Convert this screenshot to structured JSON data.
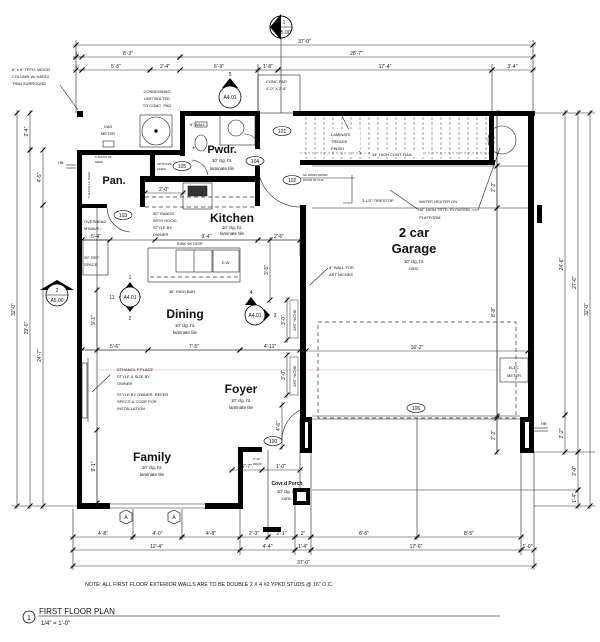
{
  "title": {
    "number": "1",
    "label": "FIRST FLOOR PLAN",
    "scale": "1/4\" = 1'-0\""
  },
  "note": "NOTE: ALL FIRST FLOOR EXTERIOR WALLS ARE TO BE DOUBLE 2 X 4 #2 YPKD STUDS @ 16\" O.C.",
  "rooms": {
    "pwdr": {
      "name": "Pwdr.",
      "ceiling": "10' clg. ht.",
      "floor": "laminate tile"
    },
    "pantry": {
      "name": "Pan."
    },
    "kitchen": {
      "name": "Kitchen",
      "ceiling": "10' clg. ht.",
      "floor": "laminate tile"
    },
    "dining": {
      "name": "Dining",
      "ceiling": "10' clg. ht.",
      "floor": "laminate tile"
    },
    "foyer": {
      "name": "Foyer",
      "ceiling": "10' clg. ht.",
      "floor": "laminate tile"
    },
    "family": {
      "name": "Family",
      "ceiling": "10' clg. ht.",
      "floor": "laminate tile"
    },
    "garage": {
      "line1": "2 car",
      "line2": "Garage",
      "ceiling": "10' clg. ht.",
      "floor": "conc."
    },
    "porch": {
      "name": "Covr.d Porch",
      "ceiling": "10' clg. ht.",
      "floor": "conc."
    }
  },
  "notes": {
    "column": [
      "6\" x 6\" TRTD. WOOD",
      "COLUMN W/ HARDI",
      "TRIM SURROUND"
    ],
    "condensing": [
      "CONDENSING",
      "UNIT BOLTED",
      "TO CONC. PAD"
    ],
    "conc_pad": [
      "CONC PAD",
      "4'-0\" X 2'-6\""
    ],
    "gas_meter": [
      "GAS",
      "METER"
    ],
    "six_wall": "6\" WALL",
    "linen": [
      "OPTIONAL",
      "LINEN"
    ],
    "shelves_top": [
      "5 SHLVS W/",
      "DEEP"
    ],
    "shelves_side": "5 SHLVS 12\" DEEP",
    "mwave": [
      "OVERHEAD",
      "M'WAVE /"
    ],
    "range": [
      "30\" RANGE",
      "WITH HOOD,",
      "STYLE BY",
      "OWNER"
    ],
    "sink": "SINK W/ DISP.",
    "dw": "D.W.",
    "bar": "36\" HIGH BAR",
    "ref": [
      "39\" REF.",
      "SPACE"
    ],
    "fireplace": [
      "ETHANOL F'PLACE",
      "STYLE & SIZE BY",
      "OWNER",
      "STYLE BY OWNER. REFER",
      "SPECS & CODE FOR",
      "INSTALLATION"
    ],
    "art_wall": [
      "8\" WALL FOR",
      "ART NICHES"
    ],
    "art_niche": "ART NICHE",
    "tirestop": "3-1/2\" TIRESTOP",
    "water_heater": [
      "WATER HEATER ON",
      "16\" HIGH TRTD. PLYWOOD",
      "PLATFORM"
    ],
    "treads": [
      "LAMINATE",
      "TREADS",
      "FINISH"
    ],
    "rail": "34\" HIGH CONT. RAIL",
    "rated_door": [
      "SC 20MIN RATED",
      "DOOR W/ CLR"
    ],
    "elec_meter": [
      "ELEC",
      "METER"
    ],
    "drop": [
      "3'-10\"",
      "DROP"
    ],
    "hose_bib": "HB"
  },
  "door_tags": [
    "100",
    "101",
    "102",
    "103",
    "104",
    "105",
    "106"
  ],
  "grid_tags": [
    "A",
    "A"
  ],
  "sections": {
    "top": {
      "num": "1",
      "sheet": "A5.00"
    },
    "left": {
      "num": "2",
      "sheet": "A5.00"
    },
    "elev_top": {
      "num": "5",
      "sheet": "A4.01"
    },
    "elev_dining": {
      "top": "1",
      "left": "11",
      "bottom": "2",
      "sheet": "A4.01"
    },
    "elev_foyer": {
      "top": "4",
      "right": "3",
      "sheet": "A4.01"
    }
  },
  "dims": {
    "top": [
      "37'-0\"",
      "8'-3\"",
      "28'-7\"",
      "5'-5\"",
      "2'-4\"",
      "6'-3\"",
      "1'-8\"",
      "17'-4\"",
      "3'-4\"",
      "2\"",
      "6\""
    ],
    "bottom": [
      "4'-8\"",
      "4'-0\"",
      "4'-8\"",
      "2'-3\"",
      "2'-1\"",
      "2\"",
      "8'-5\"",
      "8'-5\"",
      "12'-4\"",
      "4'-4\"",
      "1'-4\"",
      "17'-0\"",
      "1'-0\"",
      "37'-0\""
    ],
    "left": [
      "32'-0\"",
      "29'-0\"",
      "24'-7\"",
      "2'-4\"",
      "4'-5\""
    ],
    "right": [
      "24'-6\"",
      "27'-6\"",
      "32'-0\"",
      "2'-2\"",
      "3'-0\"",
      "1'-4\""
    ],
    "interior": [
      "5'-4\"",
      "9'-4\"",
      "2'-6\"",
      "2'-0\"",
      "5'-6\"",
      "7'-5\"",
      "4'-11\"",
      "16'-2\"",
      "2'-7\"",
      "1'-0\"",
      "9'-1\"",
      "9'-1\"",
      "3'-5\"",
      "3'-0\"",
      "3'-0\"",
      "4'-6\"",
      "8'-8\"",
      "2'-2\"",
      "4'-6\"",
      "2'-2\""
    ]
  }
}
